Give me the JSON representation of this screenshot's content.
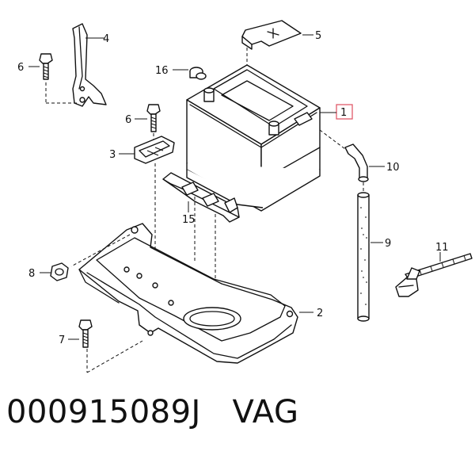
{
  "caption": {
    "part_number": "000915089J",
    "brand": "VAG"
  },
  "callouts": {
    "c1": "1",
    "c2": "2",
    "c3": "3",
    "c4": "4",
    "c5": "5",
    "c6a": "6",
    "c6b": "6",
    "c7": "7",
    "c8": "8",
    "c9": "9",
    "c10": "10",
    "c11": "11",
    "c15": "15",
    "c16": "16"
  },
  "highlight_color": "#e05a6a"
}
